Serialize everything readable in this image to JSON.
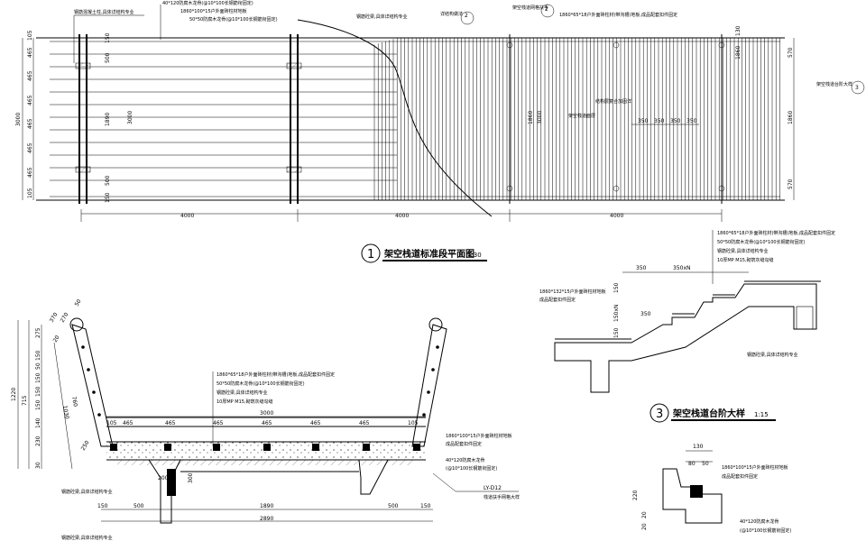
{
  "plan": {
    "overall_height": "3000",
    "left_dims": [
      "105",
      "465",
      "465",
      "465",
      "465",
      "465",
      "465",
      "105"
    ],
    "post_dims": [
      "150",
      "500",
      "1890",
      "500",
      "150"
    ],
    "inner_height": "3000",
    "bay_widths": [
      "4000",
      "4000",
      "4000"
    ],
    "right_dims": [
      "570",
      "1860",
      "570"
    ],
    "mid_dims": [
      "1860",
      "3000"
    ],
    "top_dim": "130",
    "board_width": "1860",
    "stair_dims": [
      "350",
      "350",
      "350",
      "350"
    ],
    "notes": {
      "left_post": "钢筋混凝土柱,具体详结构专业",
      "joist_1": "40*120防腐木龙骨(@10*100长钢筋衔固定)",
      "board_1": "1860*100*15户外面砖柱材地板",
      "joist_2": "50*50防腐木龙骨(@10*100长钢筋衔固定)",
      "beam": "钢筋砼梁,具体详结构专业",
      "ref_2": "详结构做法",
      "mesh": "架空栈道网格扶手",
      "board_2": "1860*65*18户外面砖柱材(带沟槽)地板,成品配套扣件固定",
      "mid_label_1": "结构层复合加固详",
      "mid_label_2": "架空栈道面层",
      "platform": "架空栈道台阶大样"
    },
    "callout_2": "2",
    "callout_3": "3",
    "title_num": "1",
    "title": "架空栈道标准段平面图",
    "scale": "1:30"
  },
  "section": {
    "notes": [
      "1860*65*18户外面砖柱材(带沟槽)地板,成品配套扣件固定",
      "50*50防腐木龙骨(@10*100长钢筋衔固定)",
      "钢筋砼梁,具体详结构专业",
      "10厚MP M15,砌筑灰缝勾缝"
    ],
    "right_note_1": "1860*100*15户外面砖柱材地板",
    "right_note_2": "成品配套扣件固定",
    "right_note_3": "40*120防腐木龙骨",
    "right_note_4": "(@10*100长钢筋衔固定)",
    "tag": "LY-D12",
    "tag_note": "栈道扶手网格大样",
    "left_note": "钢筋砼梁,具体详结构专业",
    "bottom_note": "钢筋砼梁,具体详结构专业",
    "top_dim": "3000",
    "deck_dims": [
      "105",
      "465",
      "465",
      "465",
      "465",
      "465",
      "465",
      "105"
    ],
    "left_dims": [
      "275",
      "150",
      "50",
      "150",
      "150",
      "150",
      "140",
      "230",
      "30"
    ],
    "left_totals": [
      "1220",
      "715"
    ],
    "rail_dims": [
      "370",
      "270",
      "50",
      "20",
      "760",
      "1030"
    ],
    "bottom_dims_1": [
      "150",
      "500",
      "1890",
      "500",
      "150"
    ],
    "bottom_total": "2890",
    "bar_200": "200",
    "bar_300": "300",
    "deep_250": "250"
  },
  "stairs": {
    "notes": [
      "1860*65*18户外面砖柱材(带沟槽)地板,成品配套扣件固定",
      "50*50防腐木龙骨(@10*100长钢筋衔固定)",
      "钢筋砼梁,具体详结构专业",
      "10厚MP M15,砌筑灰缝勾缝",
      "钢筋砼梁,具体详结构专业"
    ],
    "left_note_1": "1860*132*15户外面砖柱材地板",
    "left_note_2": "成品配套扣件固定",
    "dims_top": [
      "350",
      "350xN"
    ],
    "dims_side": [
      "150",
      "150xN",
      "150"
    ],
    "dim_350": "350",
    "title_num": "3",
    "title": "架空栈道台阶大样",
    "scale": "1:15"
  },
  "detail": {
    "dims": [
      "130",
      "80",
      "50"
    ],
    "side_dims": [
      "220",
      "20",
      "20"
    ],
    "note_1": "1860*100*15户外面砖柱材地板",
    "note_2": "成品配套扣件固定",
    "note_3": "40*120防腐木龙骨",
    "note_4": "(@10*100长钢筋衔固定)"
  }
}
